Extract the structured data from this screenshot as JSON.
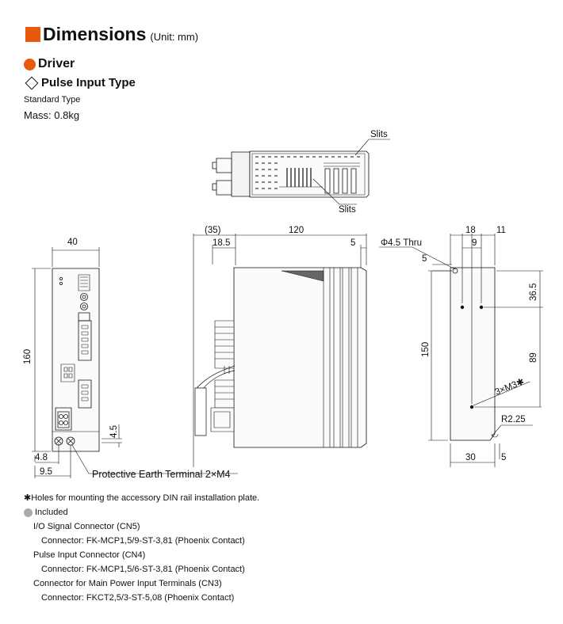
{
  "header": {
    "title": "Dimensions",
    "unit": "(Unit: mm)"
  },
  "section": {
    "title": "Driver"
  },
  "subsection": {
    "title": "Pulse Input Type"
  },
  "type_label": "Standard Type",
  "mass": "Mass: 0.8kg",
  "drawing": {
    "top_view": {
      "slits_upper": "Slits",
      "slits_lower": "Slits"
    },
    "front_view": {
      "width": "40",
      "height": "160",
      "d_4_5": "4.5",
      "d_4_8": "4.8",
      "d_9_5": "9.5",
      "pe_terminal": "Protective Earth Terminal 2×M4"
    },
    "side_view": {
      "d_35": "(35)",
      "d_120": "120",
      "d_18_5": "18.5",
      "d_5": "5"
    },
    "rear_view": {
      "d_18": "18",
      "d_11": "11",
      "d_9": "9",
      "thru": "Φ4.5 Thru",
      "d_5_top": "5",
      "d_36_5": "36.5",
      "d_150": "150",
      "d_89": "89",
      "m3": "3×M3✱",
      "r2_25": "R2.25",
      "d_30": "30",
      "d_5_bottom": "5"
    }
  },
  "notes": {
    "holes": "✱Holes for mounting the accessory DIN rail installation plate.",
    "included": "Included",
    "items": [
      {
        "title": "I/O Signal Connector (CN5)",
        "detail": "Connector: FK-MCP1,5/9-ST-3,81 (Phoenix Contact)"
      },
      {
        "title": "Pulse Input Connector (CN4)",
        "detail": "Connector: FK-MCP1,5/6-ST-3,81 (Phoenix Contact)"
      },
      {
        "title": "Connector for Main Power Input Terminals (CN3)",
        "detail": "Connector: FKCT2,5/3-ST-5,08 (Phoenix Contact)"
      }
    ]
  }
}
